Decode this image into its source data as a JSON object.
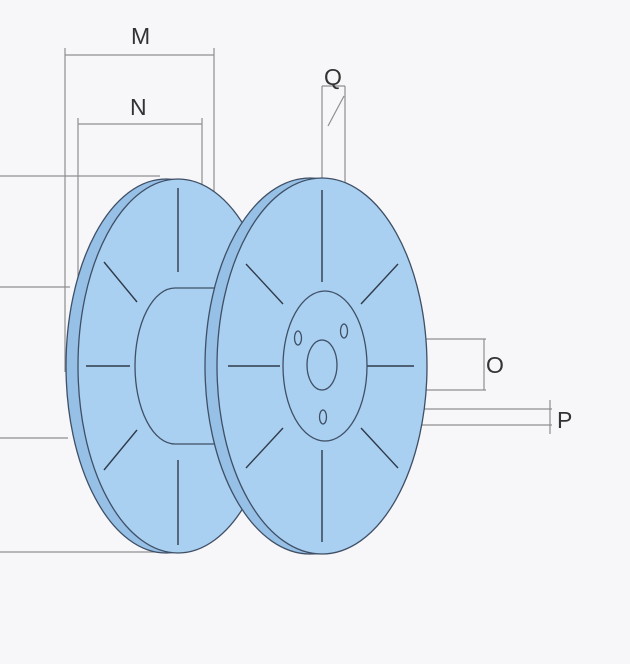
{
  "diagram": {
    "labels": {
      "m": "M",
      "n": "N",
      "q": "Q",
      "o": "O",
      "p": "P"
    },
    "colors": {
      "background": "#f7f6f8",
      "flange_fill": "#a9d0f1",
      "flange_rim": "#96c0e6",
      "outline": "#3f4f66",
      "dimension_line": "#8e8e90"
    }
  }
}
